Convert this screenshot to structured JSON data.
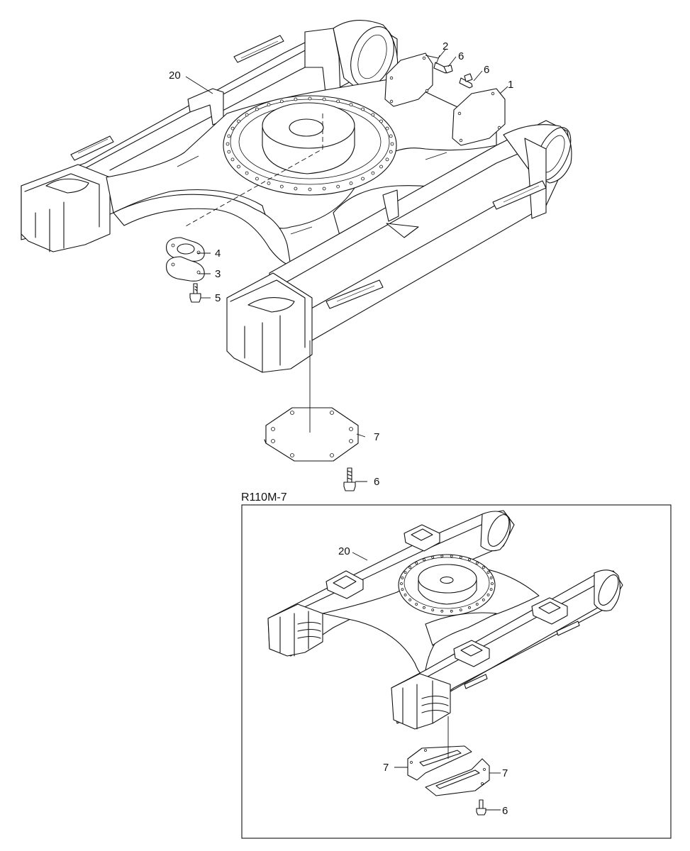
{
  "main_diagram": {
    "labels": {
      "frame": "20",
      "cover_right": "1",
      "cover_left": "2",
      "shim": "3",
      "plate": "4",
      "bolt_plate": "5",
      "bolt_cover_left": "6",
      "bolt_cover_right": "6",
      "bottom_cover": "7",
      "bolt_bottom": "6"
    }
  },
  "inset": {
    "title": "R110M-7",
    "labels": {
      "frame": "20",
      "cover_left": "7",
      "cover_right": "7",
      "bolt": "6"
    }
  }
}
